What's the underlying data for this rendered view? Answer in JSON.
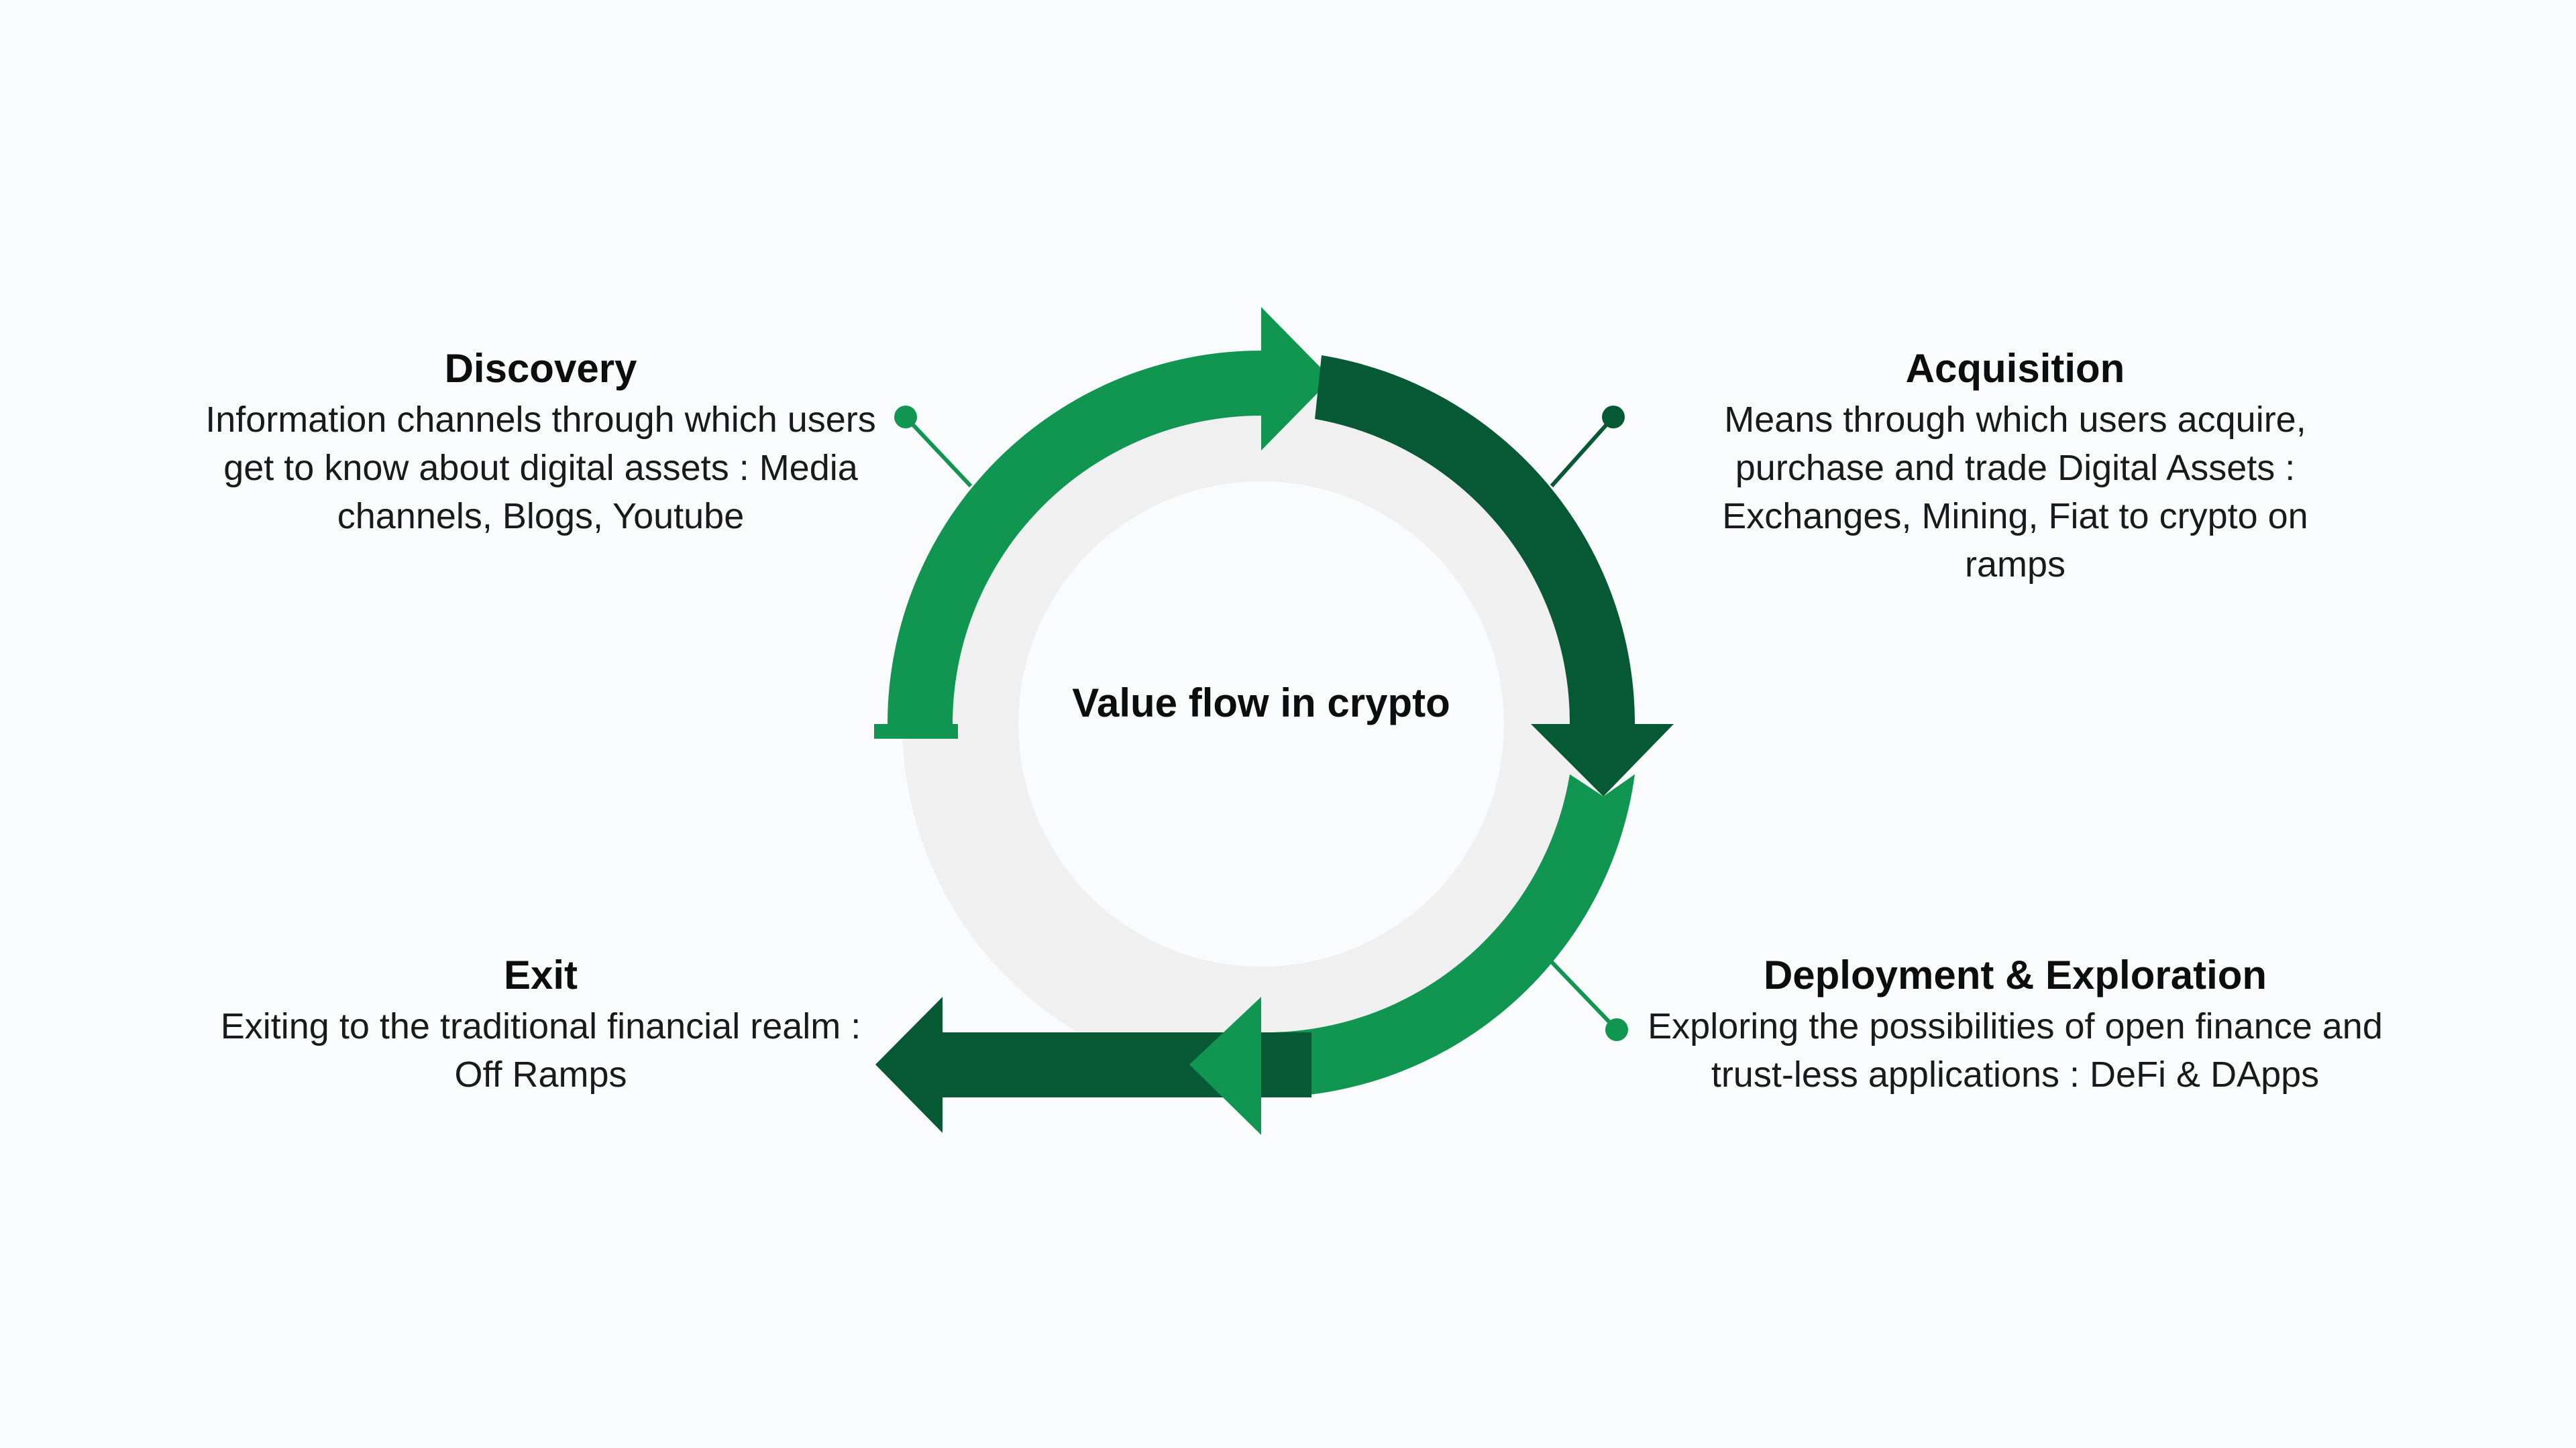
{
  "diagram": {
    "center_label": "Value flow in crypto",
    "colors": {
      "background": "#f9fbfd",
      "ring_gray": "#f0f0f0",
      "inner_circle": "#f9fbfd",
      "green_light": "#119652",
      "green_dark": "#075834",
      "text": "#111111"
    },
    "stages": {
      "discovery": {
        "title": "Discovery",
        "description": "Information channels through which users get to know about digital assets : Media channels, Blogs, Youtube"
      },
      "acquisition": {
        "title": "Acquisition",
        "description": "Means through which users acquire, purchase and trade Digital Assets : Exchanges, Mining, Fiat to crypto on ramps"
      },
      "deployment": {
        "title": "Deployment & Exploration",
        "description": "Exploring the possibilities of open finance and trust-less applications : DeFi & DApps"
      },
      "exit": {
        "title": "Exit",
        "description": "Exiting to the traditional financial realm : Off Ramps"
      }
    }
  }
}
